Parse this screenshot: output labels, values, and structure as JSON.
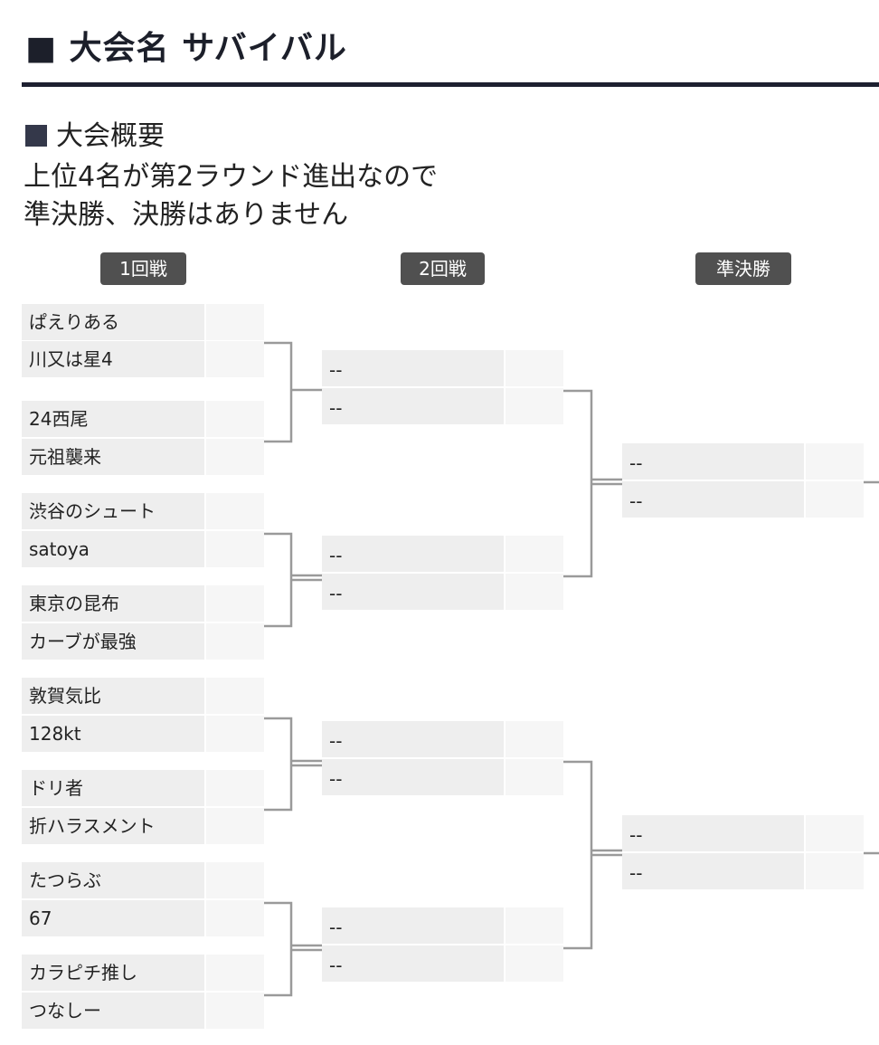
{
  "title": "■ 大会名  サバイバル",
  "overview": {
    "heading": "大会概要",
    "lines": [
      "上位4名が第2ラウンド進出なので",
      "準決勝、決勝はありません"
    ]
  },
  "rounds": [
    "1回戦",
    "2回戦",
    "準決勝"
  ],
  "round1": [
    "ぱえりある",
    "川又は星4",
    "24西尾",
    "元祖襲来",
    "渋谷のシュート",
    "satoya",
    "東京の昆布",
    "カーブが最強",
    "敦賀気比",
    "128kt",
    "ドリ者",
    "折ハラスメント",
    "たつらぶ",
    "67",
    "カラピチ推し",
    "つなしー"
  ],
  "round2": [
    "--",
    "--",
    "--",
    "--",
    "--",
    "--",
    "--",
    "--"
  ],
  "semifinal": [
    "--",
    "--",
    "--",
    "--"
  ]
}
